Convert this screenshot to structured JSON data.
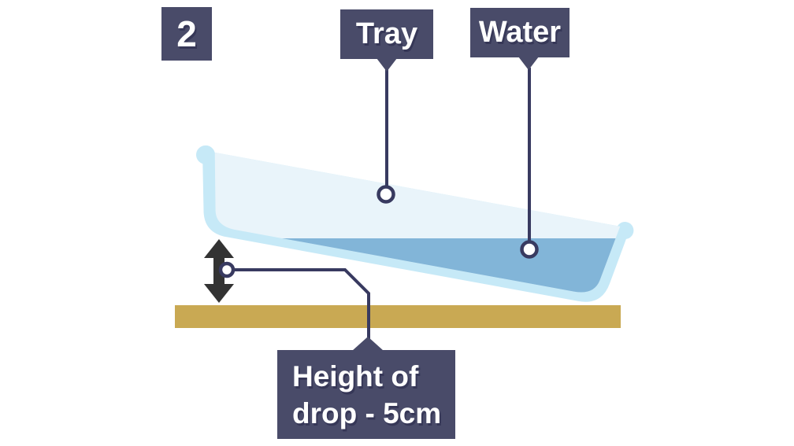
{
  "badge": {
    "label": "2"
  },
  "callouts": {
    "tray": {
      "label": "Tray"
    },
    "water": {
      "label": "Water"
    },
    "height": {
      "line1": "Height of",
      "line2": "drop - 5cm",
      "full_text": "Height of drop - 5cm"
    }
  },
  "colors": {
    "background": "#ffffff",
    "label_bg": "#494b69",
    "callout_line": "#383a60",
    "tray_border": "#c6e9f7",
    "tray_interior": "#e9f4fa",
    "water": "#82b5d8",
    "table": "#c9a953",
    "arrow": "#333333",
    "marker_fill": "#ffffff"
  }
}
